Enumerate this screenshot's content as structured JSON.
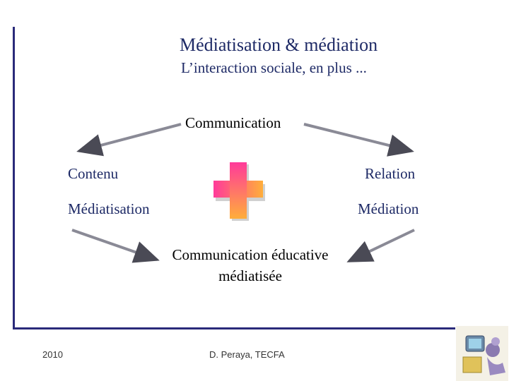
{
  "title": "Médiatisation & médiation",
  "subtitle": "L’interaction sociale, en plus ...",
  "top_node": "Communication",
  "left_labels": [
    "Contenu",
    "Médiatisation"
  ],
  "right_labels": [
    "Relation",
    "Médiation"
  ],
  "bottom_node": {
    "line1": "Communication éducative",
    "line2": "médiatisée"
  },
  "footer": {
    "year": "2010",
    "author": "D. Peraya, TECFA"
  },
  "colors": {
    "frame": "#2a2a7a",
    "arrow": "#7a7a86",
    "plus_start": "#ff3a9a",
    "plus_end": "#ffae3a"
  },
  "icons": [
    "plus-icon",
    "mascot-logo"
  ]
}
